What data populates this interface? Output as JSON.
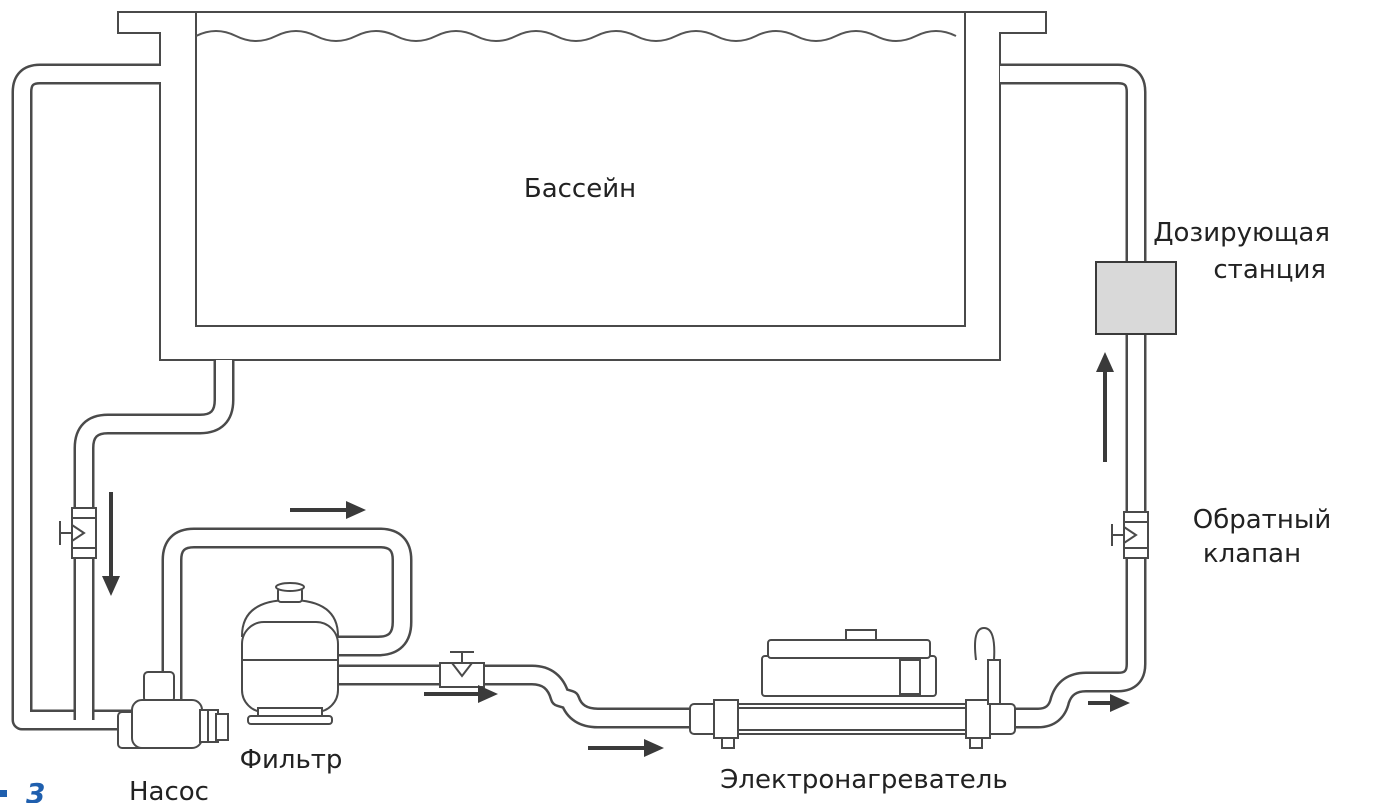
{
  "labels": {
    "pool": "Бассейн",
    "dosing_line1": "Дозирующая",
    "dosing_line2": "станция",
    "check_valve_line1": "Обратный",
    "check_valve_line2": "клапан",
    "filter": "Фильтр",
    "pump": "Насос",
    "heater": "Электронагреватель",
    "figure_number": "3"
  },
  "colors": {
    "line": "#4a4a4a",
    "arrow": "#3a3a3a",
    "dosing_box": "#d9d9d9",
    "figure_number": "#1f5fae"
  },
  "flow_arrows": [
    {
      "direction": "down"
    },
    {
      "direction": "right"
    },
    {
      "direction": "right"
    },
    {
      "direction": "right"
    },
    {
      "direction": "right"
    },
    {
      "direction": "up"
    }
  ]
}
